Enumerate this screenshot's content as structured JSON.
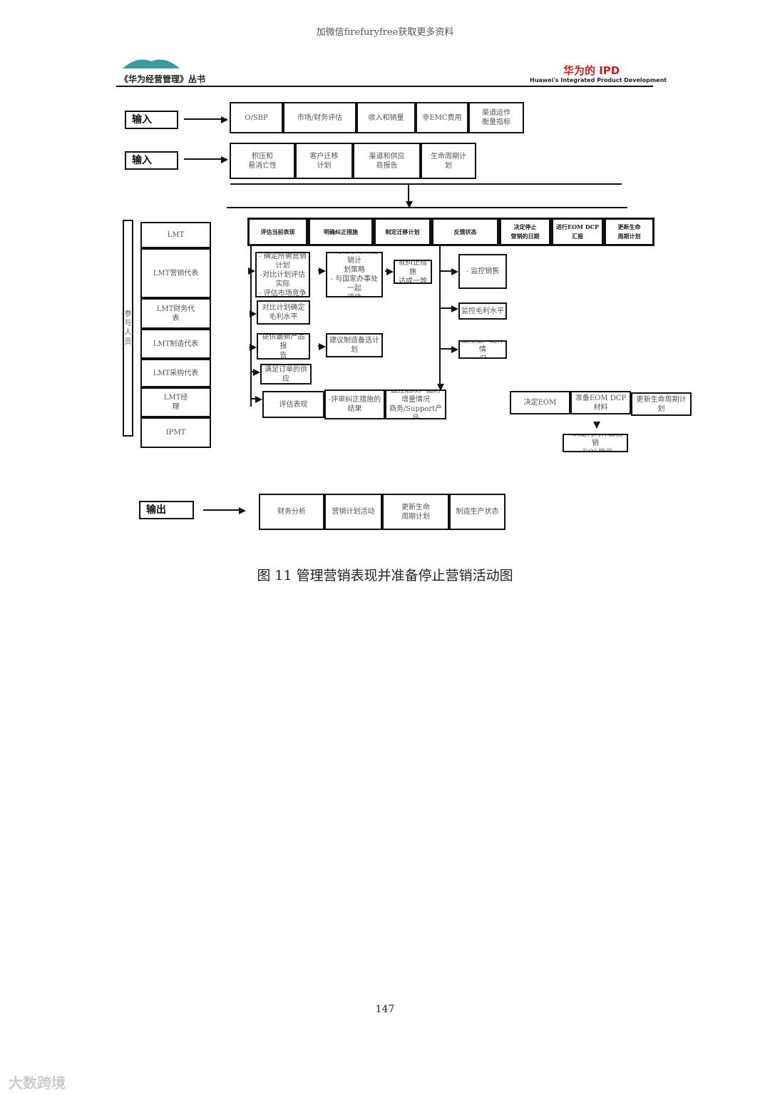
{
  "watermark_top": "加微信firefuryfree获取更多资料",
  "header": {
    "series": "《华为经营管理》丛书",
    "brand": "华为的 IPD",
    "brand_sub": "Huawei's Integrated Product Development",
    "brand_color": "#d0201c"
  },
  "diagram": {
    "input_label": "输入",
    "output_label": "输出",
    "participants_label": "参与人员",
    "input_row1": [
      "O/SBP",
      "市场/财务评估",
      "收入和销量",
      "非EMC费用",
      "渠道运作\n衡量指标"
    ],
    "input_row2": [
      "积压和\n易消亡性",
      "客户迁移\n计划",
      "渠道和供应\n商报告",
      "生命周期计\n划"
    ],
    "roles": [
      "LMT",
      "LMT营销代表",
      "LMT财务代\n表",
      "LMT制造代表",
      "LMT采购代表",
      "LMT经\n理",
      "IPMT"
    ],
    "phases": [
      "评估当前表现",
      "明确纠正措施",
      "制定迁移计划",
      "反馈状态",
      "决定停止\n营销的日期",
      "进行EOM DCP\n汇报",
      "更新生命\n周期计划"
    ],
    "tasks": [
      "-提供销售数据\n- 确定所需营销计划\n-对比计划评估实际\n- 评估市场竞争态势",
      "对比计划确定\n毛利水平",
      "提供最新产品报\n告",
      "满足订单的供应",
      "评估表现",
      "-评审纠正措施的\n结果",
      "监控后续产品的\n增量情况\n商务/Support产品",
      "- 为迁移建议营销计\n划策略\n- 与国家办事处一起\n评估",
      "建议制造备选计\n划",
      "就纠正措施\n达成一致",
      "- 监控销售",
      "监控毛利水平",
      "监控生产运作情\n况",
      "决定EOM",
      "准备EOM DCP材料",
      "更新生命周期计\n划",
      "- 决定何时停止营销\n- EOL指示"
    ],
    "outputs": [
      "财务分析",
      "营销计划活动",
      "更新生命\n周期计划",
      "制造生产状态"
    ]
  },
  "caption": "图 11  管理营销表现并准备停止营销活动图",
  "page_number": "147",
  "watermark_bottom": "大数跨境"
}
